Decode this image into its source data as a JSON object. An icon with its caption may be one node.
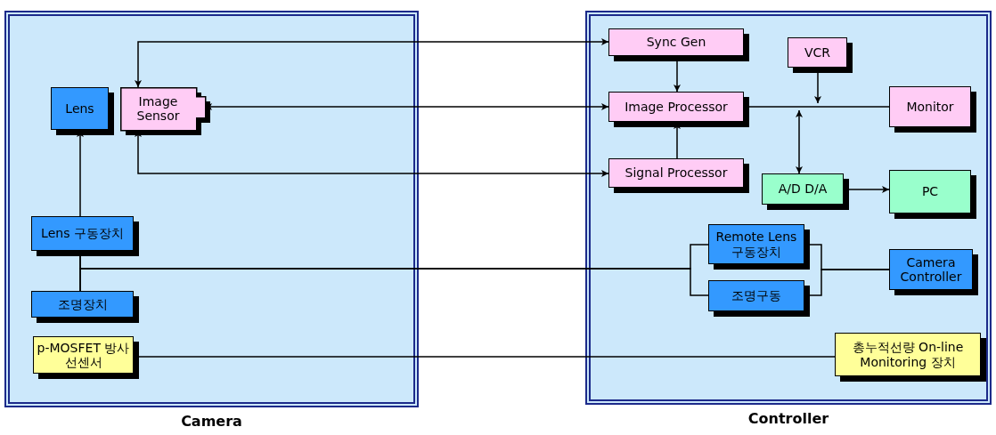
{
  "diagram": {
    "nodes": [
      {
        "text": [
          "Camera"
        ]
      },
      {
        "text": [
          "Controller"
        ]
      },
      {
        "text": [
          "Lens"
        ],
        "in": 0
      },
      {
        "text": [
          "Image Sensor"
        ],
        "in": 0
      },
      {
        "text": [
          "Lens 구동장치"
        ],
        "in": 0
      },
      {
        "text": [
          "조명장치"
        ],
        "in": 0
      },
      {
        "text": [
          "p-MOSFET 방사선센서"
        ],
        "in": 0
      },
      {
        "text": [
          "Sync Gen"
        ],
        "in": 1
      },
      {
        "text": [
          "Image Processor"
        ],
        "in": 1
      },
      {
        "text": [
          "Signal Processor"
        ],
        "in": 1
      },
      {
        "text": [
          "VCR"
        ],
        "in": 1
      },
      {
        "text": [
          "Monitor"
        ],
        "in": 1
      },
      {
        "text": [
          "A/D D/A"
        ],
        "in": 1
      },
      {
        "text": [
          "PC"
        ],
        "in": 1
      },
      {
        "text": [
          "Remote Lens구동장치"
        ],
        "in": 1
      },
      {
        "text": [
          "조명구동"
        ],
        "in": 1
      },
      {
        "text": [
          "Camera Controller"
        ],
        "in": 1
      },
      {
        "text": [
          "총누적선량 On-line Monitoring 장치"
        ],
        "in": 1
      }
    ],
    "edges": [
      {
        "from": 7,
        "to": 3,
        "arrow": "both"
      },
      {
        "from": 8,
        "to": 3,
        "arrow": "both"
      },
      {
        "from": 9,
        "to": 3,
        "arrow": "both"
      },
      {
        "from": 7,
        "to": 8,
        "arrow": "to"
      },
      {
        "from": 9,
        "to": 8,
        "arrow": "to"
      },
      {
        "from": 8,
        "to": 11,
        "arrow": "none"
      },
      {
        "from": 10,
        "to": null,
        "arrow": "to"
      },
      {
        "from": 12,
        "to": null,
        "arrow": "both"
      },
      {
        "from": 12,
        "to": 13,
        "arrow": "to"
      },
      {
        "from": 4,
        "to": 2,
        "arrow": "to"
      },
      {
        "from": 4,
        "to": 5,
        "arrow": "none"
      },
      {
        "from": 4,
        "to": 14,
        "arrow": "none"
      },
      {
        "from": 5,
        "to": 15,
        "arrow": "none"
      },
      {
        "from": 14,
        "to": 16,
        "arrow": "none"
      },
      {
        "from": 15,
        "to": 16,
        "arrow": "none"
      },
      {
        "from": 6,
        "to": 17,
        "arrow": "none"
      }
    ]
  }
}
